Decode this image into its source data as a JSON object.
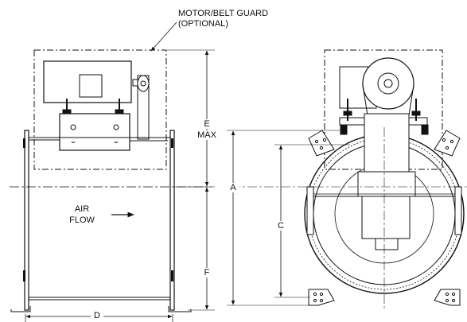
{
  "callout": {
    "line1": "MOTOR/BELT GUARD",
    "line2": "(OPTIONAL)"
  },
  "airflow": {
    "line1": "AIR",
    "line2": "FLOW"
  },
  "dimensions": {
    "e": "E",
    "max": "MAX",
    "f": "F",
    "a": "A",
    "c": "C",
    "d": "D"
  }
}
